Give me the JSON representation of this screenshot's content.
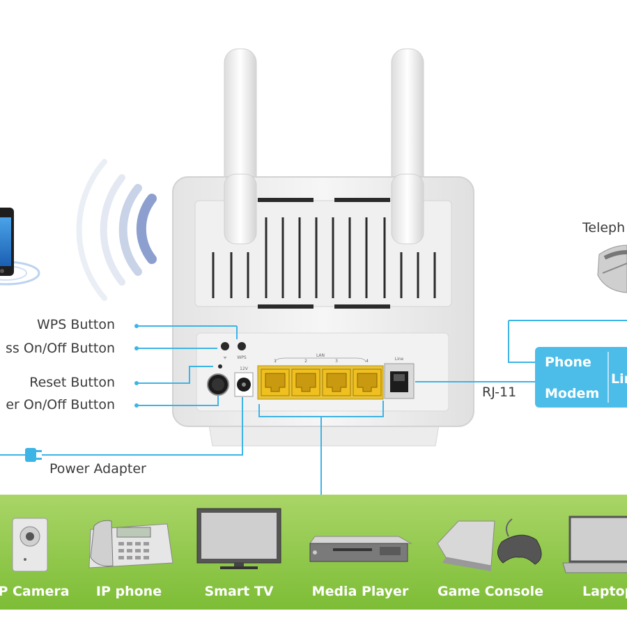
{
  "control_labels": {
    "wps": "WPS Button",
    "wireless": "ss On/Off Button",
    "reset": "Reset Button",
    "power": "er On/Off Button",
    "power_adapter": "Power Adapter"
  },
  "phone_line": {
    "rj11": "RJ-11",
    "box_line1": "Phone",
    "box_line2": "Modem",
    "box_side": "Lin",
    "telephone": "Teleph"
  },
  "router_panel": {
    "lan": "LAN",
    "port_numbers": [
      "1",
      "2",
      "3",
      "4"
    ],
    "line": "Line",
    "voltage": "12V",
    "wps_mark": "WPS"
  },
  "devices": [
    {
      "label": "IP Camera",
      "icon": "ip-camera-icon"
    },
    {
      "label": "IP phone",
      "icon": "ip-phone-icon"
    },
    {
      "label": "Smart TV",
      "icon": "smart-tv-icon"
    },
    {
      "label": "Media Player",
      "icon": "media-player-icon"
    },
    {
      "label": "Game Console",
      "icon": "game-console-icon"
    },
    {
      "label": "Laptop",
      "icon": "laptop-icon"
    }
  ],
  "colors": {
    "connector": "#3cb4e6",
    "info_box": "#4bbde8",
    "green_band": "#8cc63f",
    "ports": "#f0c020"
  }
}
